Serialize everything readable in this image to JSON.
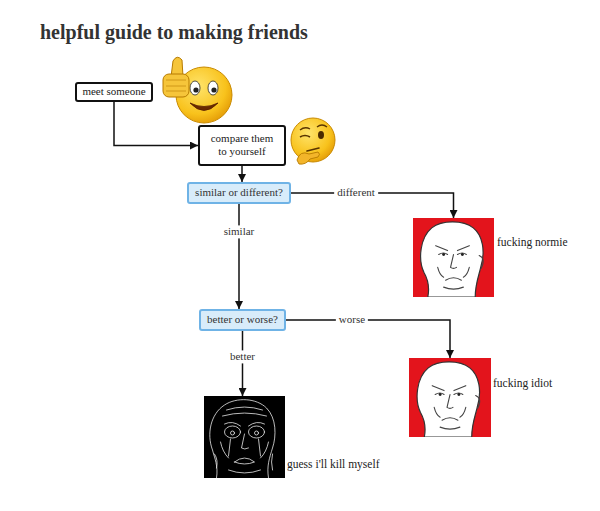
{
  "diagram": {
    "title": "helpful guide to making friends",
    "nodes": [
      {
        "text": [
          "meet someone"
        ]
      },
      {
        "text": [
          "compare them to yourself"
        ]
      },
      {
        "text": [
          "similar or different?"
        ]
      },
      {
        "text": [
          "fucking normie"
        ]
      },
      {
        "text": [
          "better or worse?"
        ]
      },
      {
        "text": [
          "fucking idiot"
        ]
      },
      {
        "text": [
          "guess i'll kill myself"
        ]
      }
    ],
    "edges": [
      {
        "from": 0,
        "to": 1,
        "arrow": "to"
      },
      {
        "from": 1,
        "to": 2,
        "arrow": "to"
      },
      {
        "from": 2,
        "to": 3,
        "label": "different",
        "arrow": "to"
      },
      {
        "from": 2,
        "to": 4,
        "label": "similar",
        "arrow": "to"
      },
      {
        "from": 4,
        "to": 5,
        "label": "worse",
        "arrow": "to"
      },
      {
        "from": 4,
        "to": 6,
        "label": "better",
        "arrow": "to"
      }
    ]
  }
}
